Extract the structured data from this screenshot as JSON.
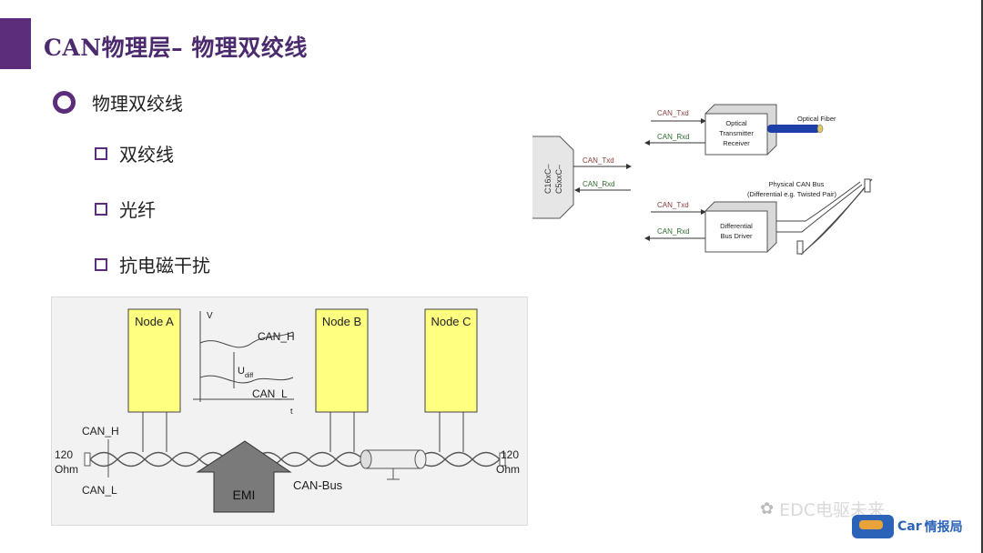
{
  "slide": {
    "title": "CAN物理层– 物理双绞线",
    "main_bullet": "物理双绞线",
    "sub_bullets": [
      "双绞线",
      "光纤",
      "抗电磁干扰"
    ]
  },
  "transceiver_figure": {
    "chip_label_1": "C16xC–",
    "chip_label_2": "C5xxC–",
    "chip_txd": "CAN_Txd",
    "chip_rxd": "CAN_Rxd",
    "optical_txd": "CAN_Txd",
    "optical_rxd": "CAN_Rxd",
    "optical_box_lines": [
      "Optical",
      "Transmitter",
      "Receiver"
    ],
    "optical_fiber_label": "Optical Fiber",
    "diff_txd": "CAN_Txd",
    "diff_rxd": "CAN_Rxd",
    "diff_box_lines": [
      "Differential",
      "Bus Driver"
    ],
    "physical_bus_label": "Physical CAN Bus",
    "physical_bus_sub": "(Differential e.g. Twisted Pair)"
  },
  "bus_figure": {
    "nodes": [
      "Node A",
      "Node B",
      "Node C"
    ],
    "graph_v_axis": "V",
    "graph_t_axis": "t",
    "graph_can_h": "CAN_H",
    "graph_can_l": "CAN_L",
    "graph_udiff": "U",
    "graph_udiff_sub": "diff",
    "left_can_h": "CAN_H",
    "left_can_l": "CAN_L",
    "left_res_value": "120",
    "left_res_unit": "Ohm",
    "right_res_value": "120",
    "right_res_unit": "Ohm",
    "emi_label": "EMI",
    "bus_label": "CAN-Bus"
  },
  "watermark": {
    "account": "EDC电驱未来",
    "brand_en": "Car",
    "brand_cn": "情报局"
  },
  "colors": {
    "accent": "#5c2d7a",
    "title": "#4b2a6e",
    "node_fill": "#ffff80",
    "emi_fill": "#7a7a7a",
    "fiber": "#1f3fa8"
  }
}
